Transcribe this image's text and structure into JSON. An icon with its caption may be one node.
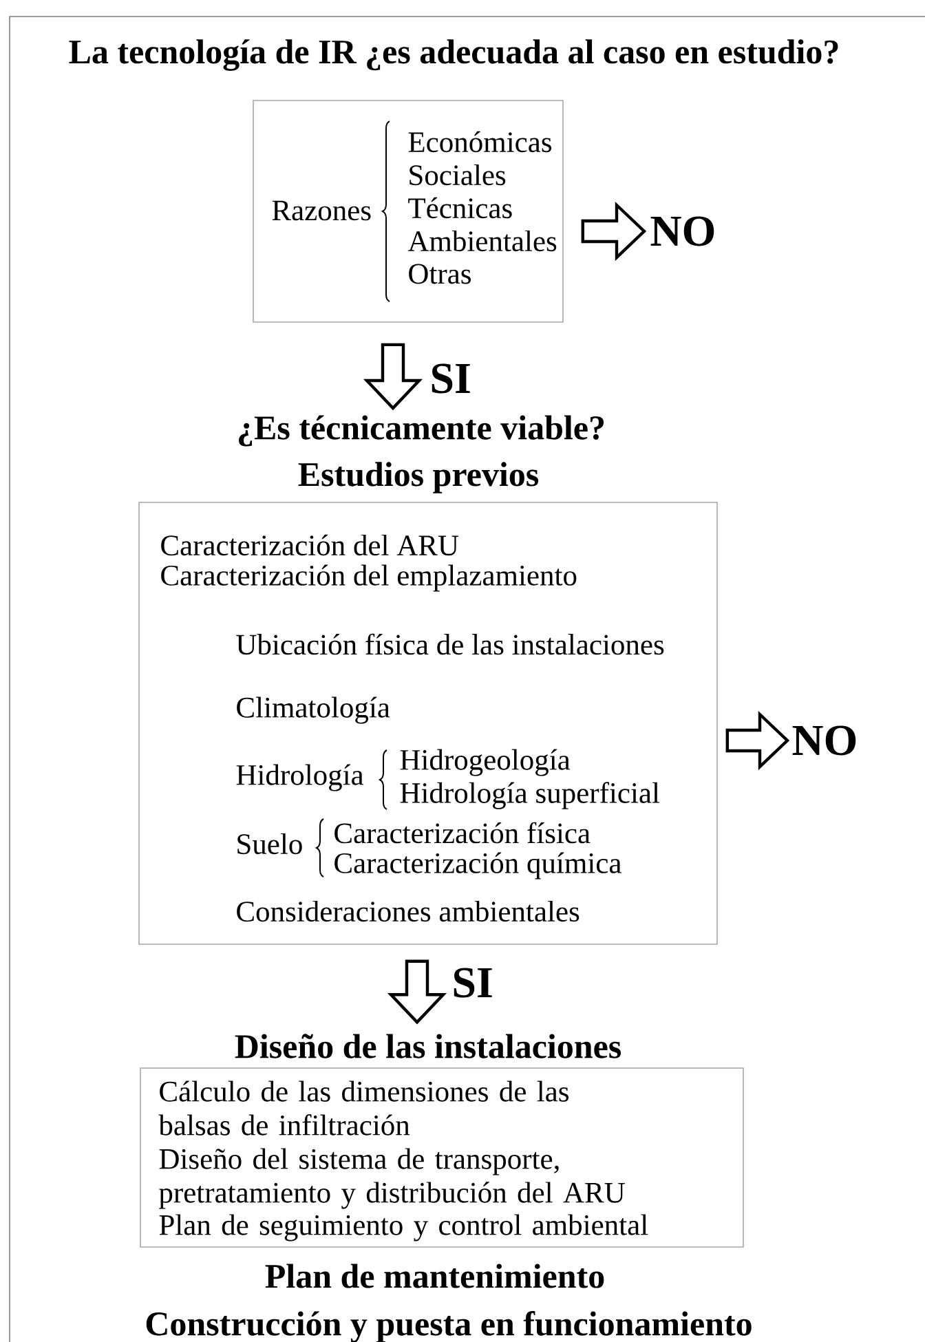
{
  "diagram": {
    "title": "La tecnología de IR ¿es adecuada al caso en estudio?",
    "nodes": [
      {
        "text": [
          "Razones",
          "Económicas",
          "Sociales",
          "Técnicas",
          "Ambientales",
          "Otras"
        ]
      },
      {
        "text": [
          "NO"
        ]
      },
      {
        "text": [
          "¿Es técnicamente viable?"
        ]
      },
      {
        "text": [
          "Estudios previos",
          "Caracterización del ARU",
          "Caracterización del emplazamiento",
          "Ubicación física de las instalaciones",
          "Climatología",
          "Hidrología",
          "Hidrogeología",
          "Hidrología superficial",
          "Suelo",
          "Caracterización física",
          "Caracterización química",
          "Consideraciones ambientales"
        ]
      },
      {
        "text": [
          "NO"
        ]
      },
      {
        "text": [
          "Diseño de las instalaciones",
          "Cálculo de las dimensiones de las balsas de infiltración",
          "Diseño del sistema de transporte, pretratamiento y distribución del ARU",
          "Plan de seguimiento y control ambiental"
        ]
      }
    ],
    "edges": [
      {
        "from": 0,
        "to": 1,
        "arrow": "to"
      },
      {
        "from": 0,
        "to": 2,
        "arrow": "to",
        "label": "SI"
      },
      {
        "from": 3,
        "to": 4,
        "arrow": "to"
      },
      {
        "from": 3,
        "to": 5,
        "arrow": "to",
        "label": "SI"
      }
    ],
    "labels": [
      "Plan de mantenimiento",
      "Construcción y puesta en funcionamiento"
    ]
  }
}
